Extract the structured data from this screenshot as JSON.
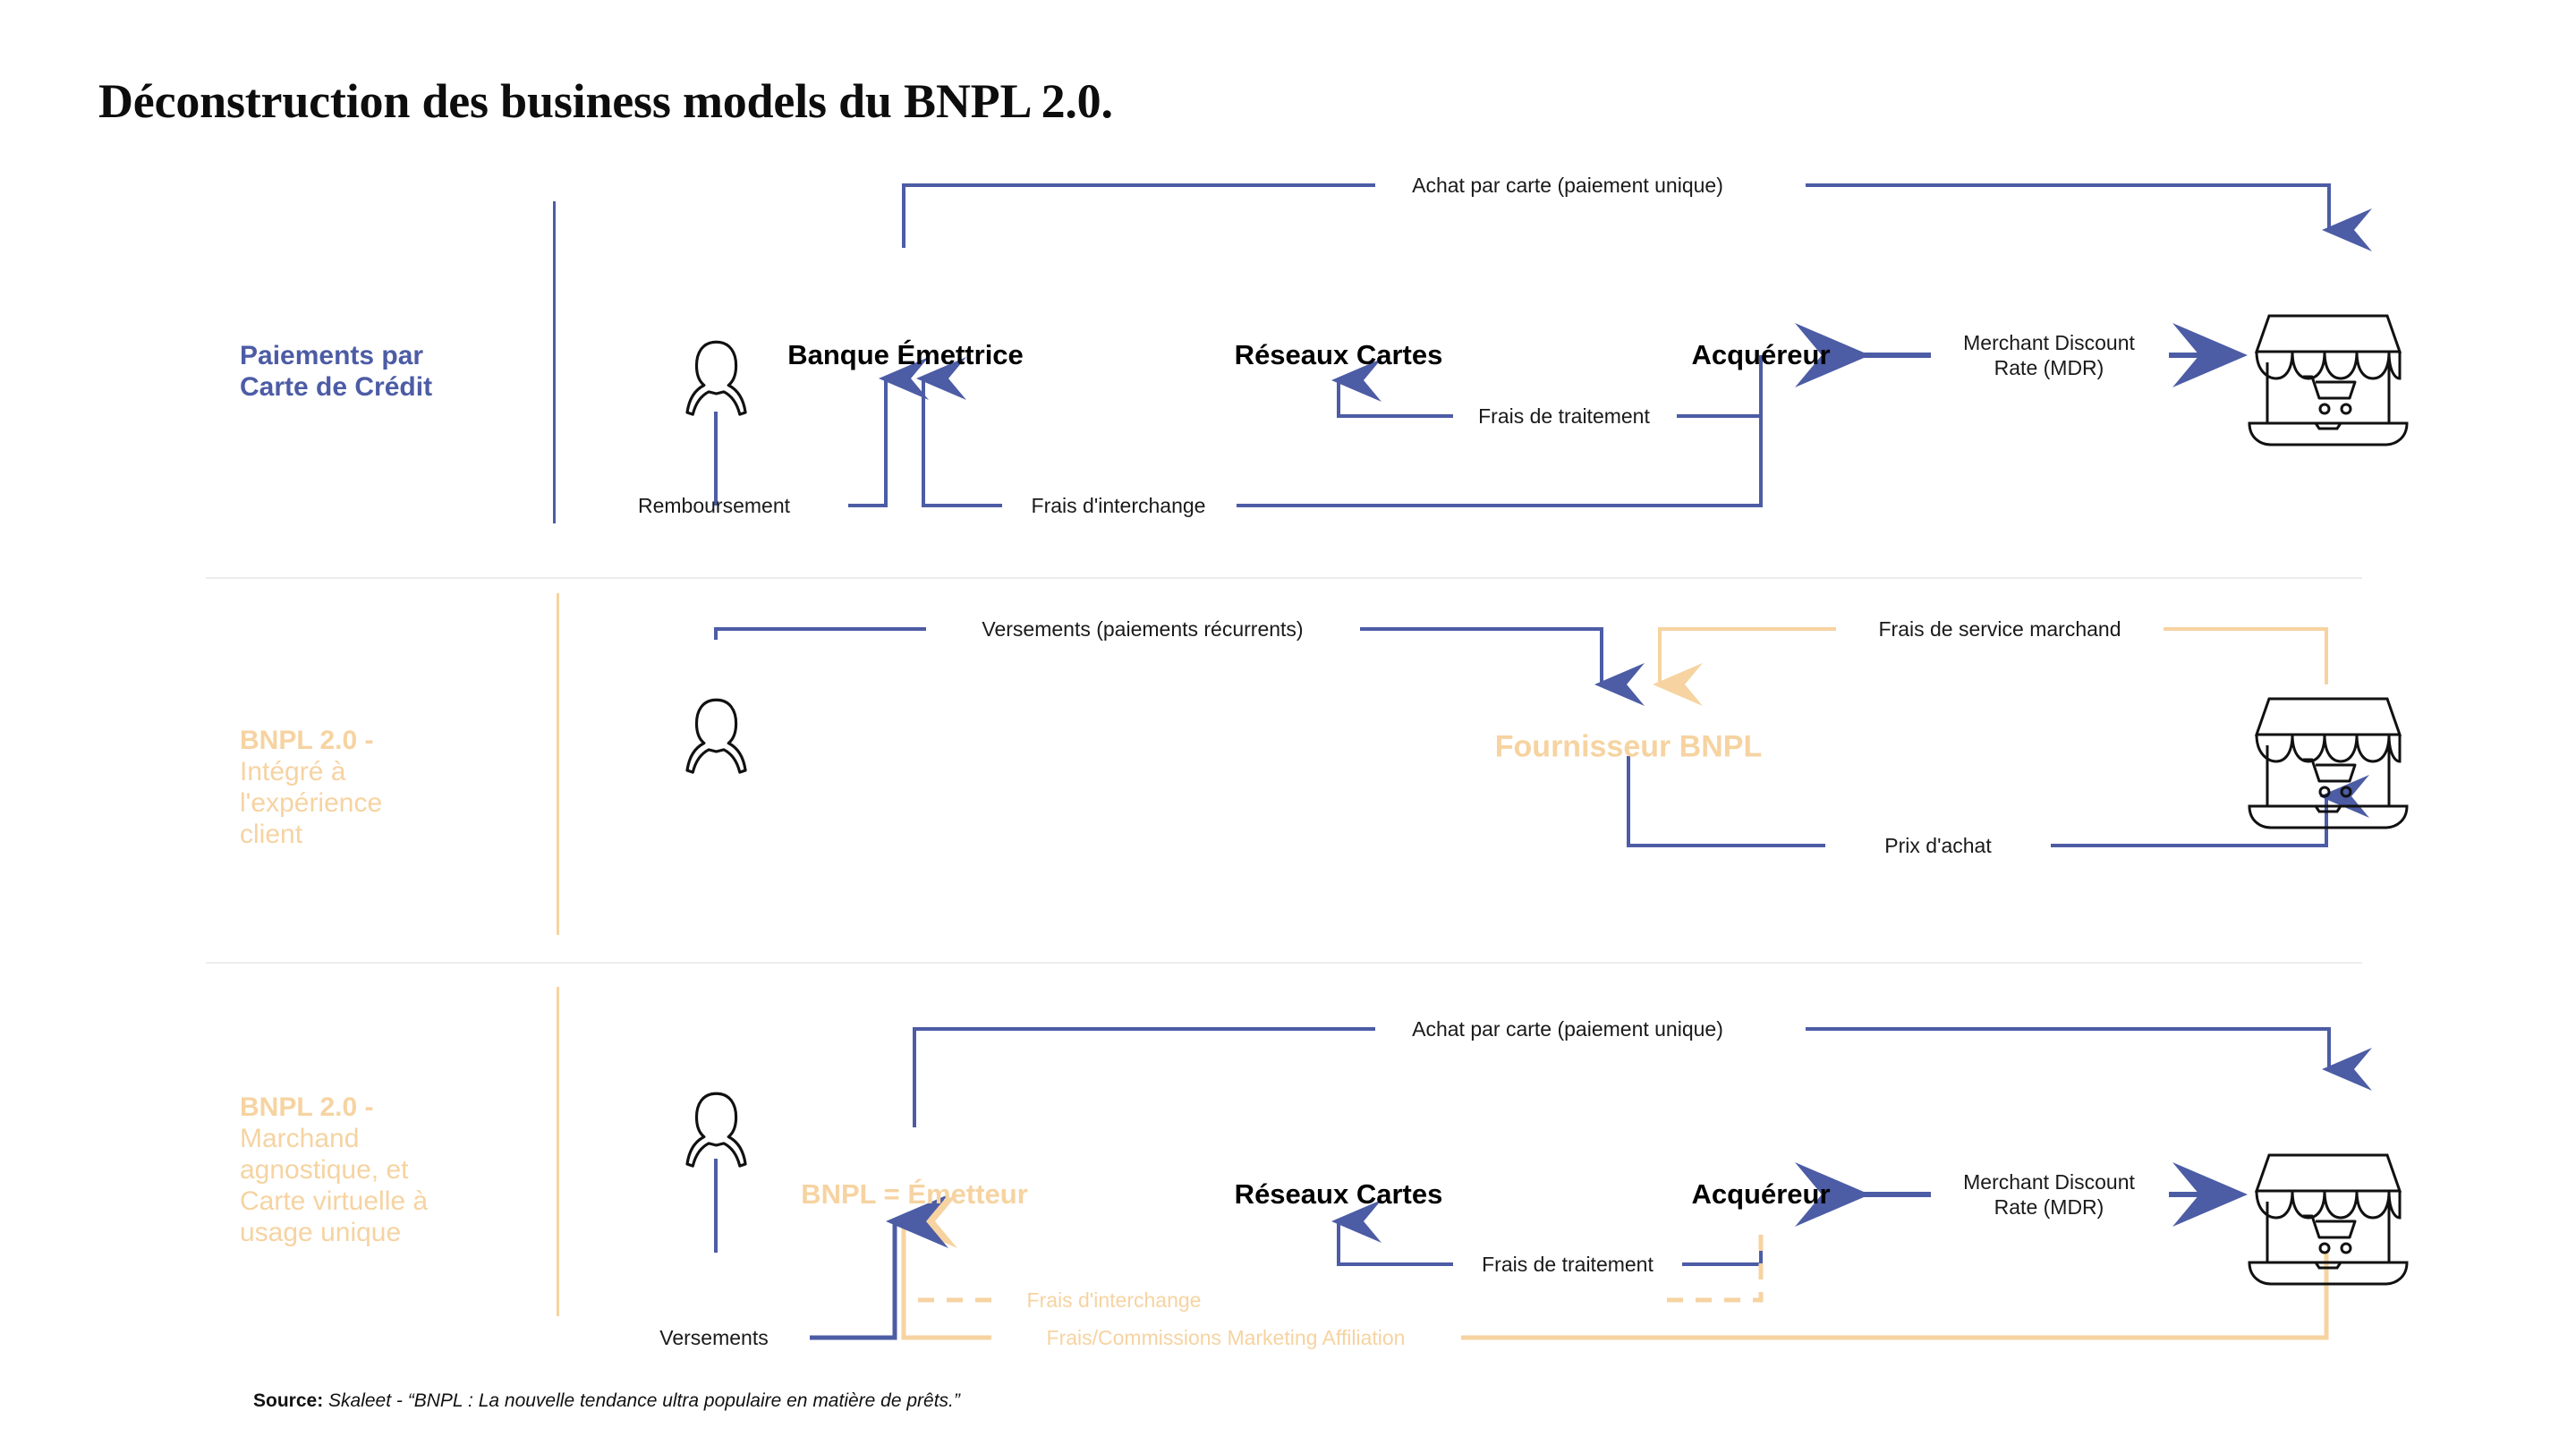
{
  "title": "Déconstruction des business models du BNPL 2.0.",
  "colors": {
    "blue": "#4C5CA5",
    "orange": "#F6D3A1",
    "text": "#111111",
    "separator": "#EDEDEE",
    "background": "#FFFFFF"
  },
  "rows": [
    {
      "id": "credit-card-payments",
      "category_lead": "Paiements par",
      "category_rest": "Carte de Crédit",
      "accent": "blue",
      "nodes": [
        {
          "name": "customer",
          "label": "",
          "icon": "person-icon"
        },
        {
          "name": "issuing-bank",
          "label": "Banque Émettrice",
          "color": "black"
        },
        {
          "name": "card-networks",
          "label": "Réseaux Cartes",
          "color": "black"
        },
        {
          "name": "acquirer",
          "label": "Acquéreur",
          "color": "black"
        },
        {
          "name": "merchant",
          "label": "",
          "icon": "storefront-icon"
        }
      ],
      "edges": [
        {
          "name": "card-purchase",
          "label": "Achat par carte (paiement unique)",
          "color": "blue",
          "style": "solid"
        },
        {
          "name": "merchant-discount-rate",
          "label": "Merchant Discount\nRate (MDR)",
          "color": "black",
          "style": "solid"
        },
        {
          "name": "processing-fees",
          "label": "Frais de traitement",
          "color": "blue",
          "style": "solid"
        },
        {
          "name": "interchange-fees",
          "label": "Frais d'interchange",
          "color": "blue",
          "style": "solid"
        },
        {
          "name": "reimbursement",
          "label": "Remboursement",
          "color": "blue",
          "style": "solid"
        }
      ]
    },
    {
      "id": "bnpl-integrated",
      "category_lead": "BNPL 2.0 -",
      "category_rest": "Intégré à\nl'expérience\nclient",
      "accent": "orange",
      "nodes": [
        {
          "name": "customer",
          "label": "",
          "icon": "person-icon"
        },
        {
          "name": "bnpl-provider",
          "label": "Fournisseur BNPL",
          "color": "orange"
        },
        {
          "name": "merchant",
          "label": "",
          "icon": "storefront-icon"
        }
      ],
      "edges": [
        {
          "name": "installments-recurring",
          "label": "Versements (paiements récurrents)",
          "color": "blue",
          "style": "solid"
        },
        {
          "name": "merchant-service-fee",
          "label": "Frais de service marchand",
          "color": "orange",
          "style": "solid"
        },
        {
          "name": "purchase-price",
          "label": "Prix d'achat",
          "color": "blue",
          "style": "solid"
        }
      ]
    },
    {
      "id": "bnpl-merchant-agnostic",
      "category_lead": "BNPL 2.0 -",
      "category_rest": "Marchand\nagnostique, et\nCarte virtuelle à\nusage unique",
      "accent": "orange",
      "nodes": [
        {
          "name": "customer",
          "label": "",
          "icon": "person-icon"
        },
        {
          "name": "bnpl-issuer",
          "label": "BNPL = Émetteur",
          "color": "orange"
        },
        {
          "name": "card-networks",
          "label": "Réseaux Cartes",
          "color": "black"
        },
        {
          "name": "acquirer",
          "label": "Acquéreur",
          "color": "black"
        },
        {
          "name": "merchant",
          "label": "",
          "icon": "storefront-icon"
        }
      ],
      "edges": [
        {
          "name": "card-purchase",
          "label": "Achat par carte (paiement unique)",
          "color": "blue",
          "style": "solid"
        },
        {
          "name": "merchant-discount-rate",
          "label": "Merchant Discount\nRate (MDR)",
          "color": "black",
          "style": "solid"
        },
        {
          "name": "processing-fees",
          "label": "Frais de traitement",
          "color": "blue",
          "style": "solid"
        },
        {
          "name": "interchange-fees",
          "label": "Frais d'interchange",
          "color": "orange",
          "style": "dashed"
        },
        {
          "name": "marketing-affiliation-fees",
          "label": "Frais/Commissions Marketing Affiliation",
          "color": "orange",
          "style": "solid"
        },
        {
          "name": "installments",
          "label": "Versements",
          "color": "blue",
          "style": "solid"
        }
      ]
    }
  ],
  "source": {
    "prefix": "Source:",
    "text": " Skaleet - “BNPL : La nouvelle tendance ultra populaire en matière de prêts.”"
  }
}
